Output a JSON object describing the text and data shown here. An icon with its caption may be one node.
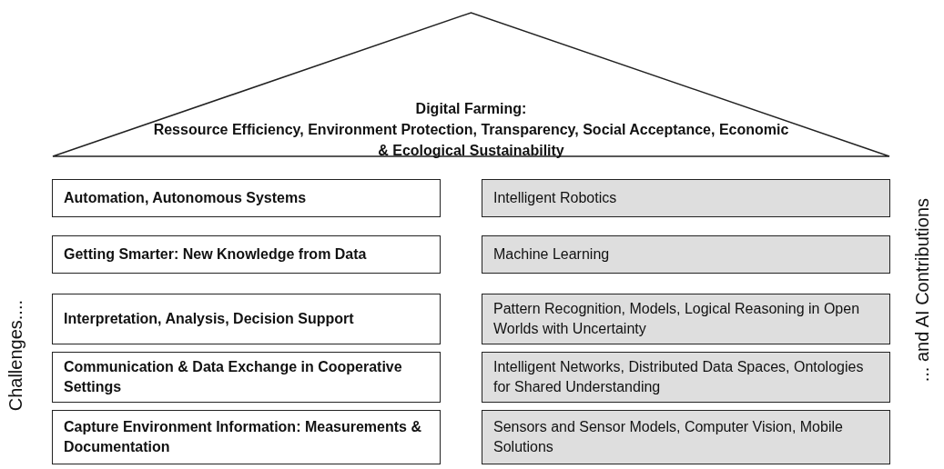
{
  "diagram": {
    "nodes": [
      {
        "text": [
          "Digital Farming:",
          "Ressource Efficiency, Environment Protection, Transparency, Social Acceptance, Economic & Ecological Sustainability"
        ]
      },
      {
        "text": [
          "Automation, Autonomous Systems"
        ]
      },
      {
        "text": [
          "Intelligent Robotics"
        ]
      },
      {
        "text": [
          "Getting Smarter: New Knowledge from Data"
        ]
      },
      {
        "text": [
          "Machine Learning"
        ]
      },
      {
        "text": [
          "Interpretation, Analysis, Decision Support"
        ]
      },
      {
        "text": [
          "Pattern Recognition, Models, Logical Reasoning in Open Worlds with Uncertainty"
        ]
      },
      {
        "text": [
          "Communication & Data Exchange in Cooperative Settings"
        ]
      },
      {
        "text": [
          "Intelligent Networks, Distributed Data Spaces, Ontologies for Shared Understanding"
        ]
      },
      {
        "text": [
          "Capture Environment Information: Measurements & Documentation"
        ]
      },
      {
        "text": [
          "Sensors and Sensor Models, Computer Vision, Mobile Solutions"
        ]
      }
    ],
    "labels": [
      "Challenges....",
      "... and AI Contributions"
    ]
  }
}
